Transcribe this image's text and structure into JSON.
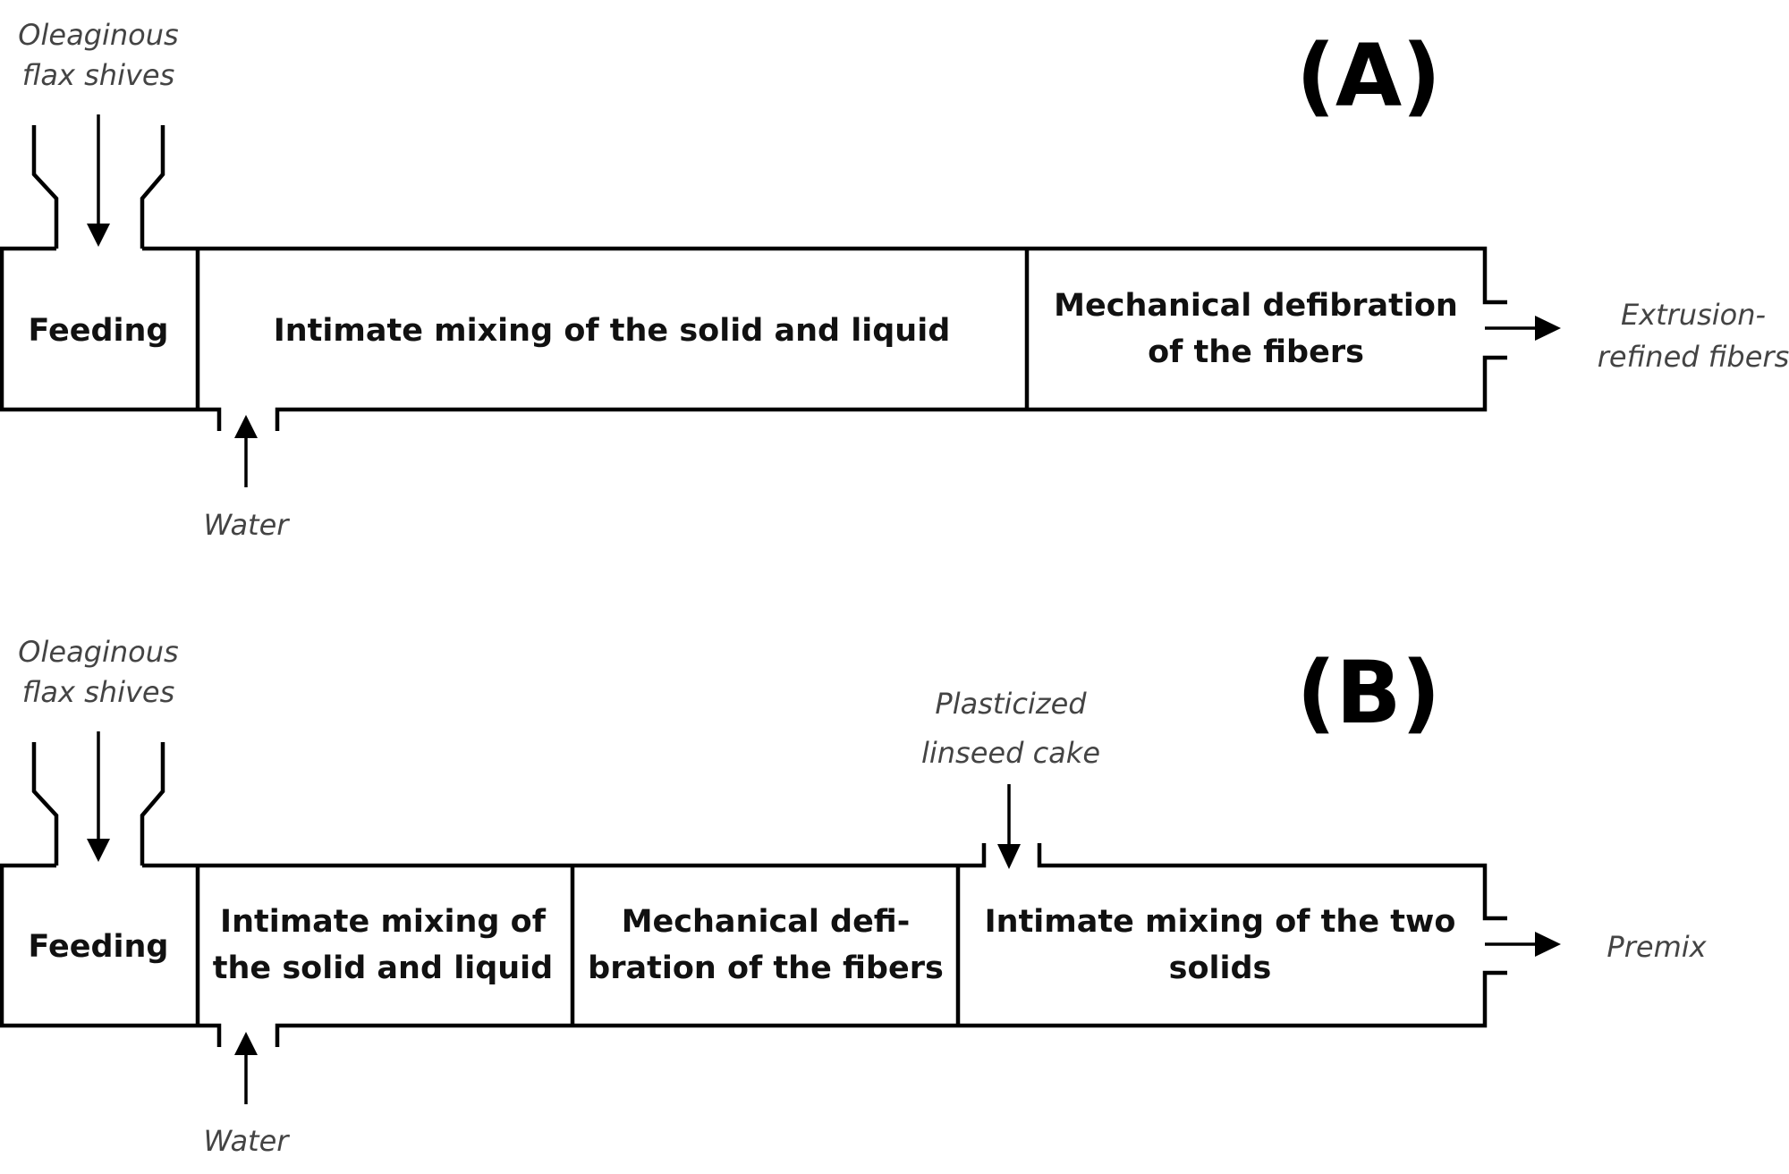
{
  "diagram_a": {
    "panel_label": "(A)",
    "input_top": [
      "Oleaginous",
      "flax shives"
    ],
    "input_bottom": "Water",
    "stages": [
      {
        "lines": [
          "Feeding"
        ]
      },
      {
        "lines": [
          "Intimate mixing of the solid and liquid"
        ]
      },
      {
        "lines": [
          "Mechanical defibration",
          "of the fibers"
        ]
      }
    ],
    "output": [
      "Extrusion-",
      "refined fibers"
    ]
  },
  "diagram_b": {
    "panel_label": "(B)",
    "input_top": [
      "Oleaginous",
      "flax shives"
    ],
    "input_bottom": "Water",
    "input_side": [
      "Plasticized",
      "linseed cake"
    ],
    "stages": [
      {
        "lines": [
          "Feeding"
        ]
      },
      {
        "lines": [
          "Intimate mixing of",
          "the solid and liquid"
        ]
      },
      {
        "lines": [
          "Mechanical defi-",
          "bration of the fibers"
        ]
      },
      {
        "lines": [
          "Intimate mixing of the two",
          "solids"
        ]
      }
    ],
    "output": [
      "Premix"
    ]
  }
}
